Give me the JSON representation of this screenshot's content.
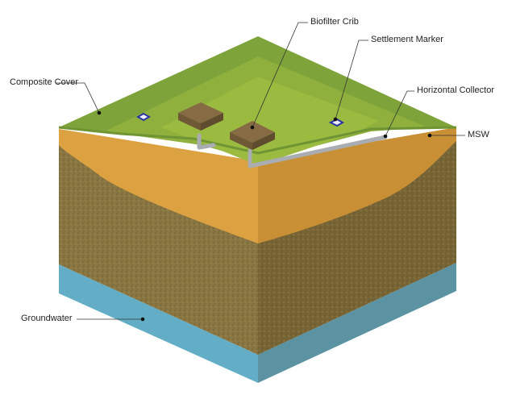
{
  "labels": {
    "composite_cover": "Composite Cover",
    "biofilter_crib": "Biofilter Crib",
    "settlement_marker": "Settlement Marker",
    "horizontal_collector": "Horizontal Collector",
    "msw": "MSW",
    "groundwater": "Groundwater"
  },
  "colors": {
    "cover_outer": "#7ea33a",
    "cover_inner": "#9bba40",
    "msw_left": "#dca141",
    "msw_right": "#c98f35",
    "soil_left": "#8a7642",
    "soil_right": "#776536",
    "water_left": "#63aec6",
    "water_right": "#5b93a3",
    "crib": "#7d6440",
    "marker": "#2a36a0",
    "pipe": "#b8bcc0"
  }
}
